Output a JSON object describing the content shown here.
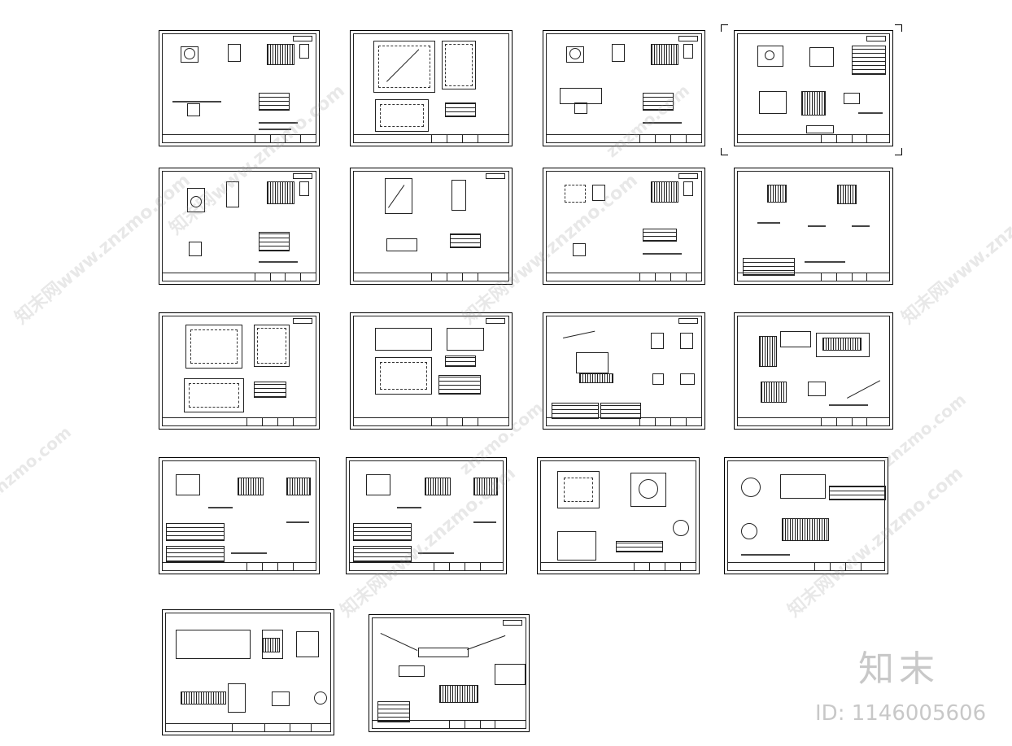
{
  "watermarks": {
    "cn": "知末网",
    "url": "www.znzmo.com",
    "short": "znzmo.com",
    "combo": "知末网www.znzmo.com"
  },
  "brand_label": "知末",
  "id_label": "ID: 1146005606"
}
